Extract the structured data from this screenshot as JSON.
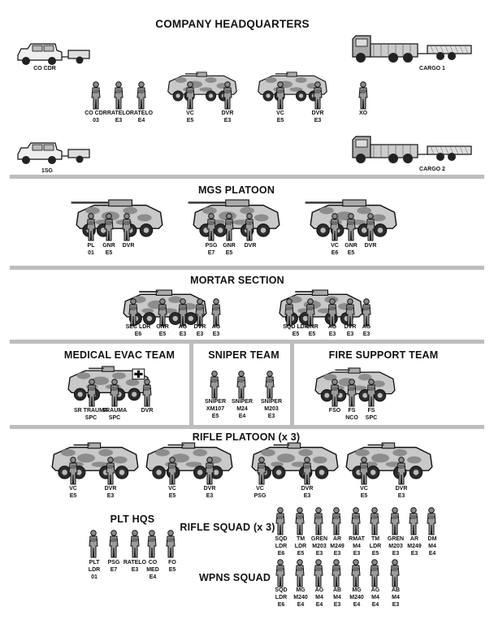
{
  "company_hq": {
    "title": "COMPANY HEADQUARTERS",
    "labels": [
      "CO CDR",
      "CO CDR\n03",
      "RATELO\nE3",
      "RATELO\nE4",
      "VC\nE5",
      "DVR\nE3",
      "VC\nE5",
      "DVR\nE3",
      "XO",
      "CARGO 1",
      "1SG",
      "CARGO 2"
    ]
  },
  "mgs_platoon": {
    "title": "MGS PLATOON",
    "labels": [
      "PL\n01",
      "GNR\nE5",
      "DVR",
      "PSG\nE7",
      "GNR\nE5",
      "DVR",
      "VC\nE6",
      "GNR\nE5",
      "DVR"
    ]
  },
  "mortar_section": {
    "title": "MORTAR SECTION",
    "labels": [
      "SEC LDR\nE6",
      "GNR\nE5",
      "AG\nE3",
      "DVR\nE3",
      "AG\nE3",
      "SQD LDR\nE5",
      "GNR\nE5",
      "AG\nE3",
      "DVR\nE3",
      "AG\nE3"
    ]
  },
  "medical_evac": {
    "title": "MEDICAL EVAC TEAM",
    "labels": [
      "SR TRAUMA\nSPC",
      "TRAUMA\nSPC",
      "DVR"
    ]
  },
  "sniper_team": {
    "title": "SNIPER TEAM",
    "labels": [
      "SNIPER\nXM107\nE5",
      "SNIPER\nM24\nE4",
      "SNIPER\nM203\nE3"
    ]
  },
  "fire_support": {
    "title": "FIRE SUPPORT TEAM",
    "labels": [
      "FSO",
      "FS\nNCO",
      "FS\nSPC"
    ]
  },
  "rifle_platoon": {
    "title": "RIFLE PLATOON (x 3)",
    "labels": [
      "VC\nE5",
      "DVR\nE3",
      "VC\nE5",
      "DVR\nE3",
      "VC\nPSG",
      "DVR\nE3",
      "VC\nE5",
      "DVR\nE3"
    ]
  },
  "plt_hqs": {
    "title": "PLT HQS",
    "labels": [
      "PLT\nLDR\n01",
      "PSG\nE7",
      "RATELO\nE3",
      "CO\nMED\nE4",
      "FO\nE5"
    ]
  },
  "rifle_squad": {
    "title": "RIFLE SQUAD (x 3)",
    "labels": [
      "SQD\nLDR\nE6",
      "TM\nLDR\nE5",
      "GREN\nM203\nE3",
      "AR\nM249\nE3",
      "RMAT\nM4\nE3",
      "TM\nLDR\nE5",
      "GREN\nM203\nE3",
      "AR\nM249\nE3",
      "DM\nM4\nE4"
    ]
  },
  "wpns_squad": {
    "title": "WPNS SQUAD",
    "labels": [
      "SQD\nLDR\nE6",
      "MG\nM240\nE4",
      "AG\nM4\nE4",
      "AB\nM4\nE3",
      "MG\nM240\nE4",
      "AG\nM4\nE4",
      "AB\nM4\nE3"
    ]
  }
}
